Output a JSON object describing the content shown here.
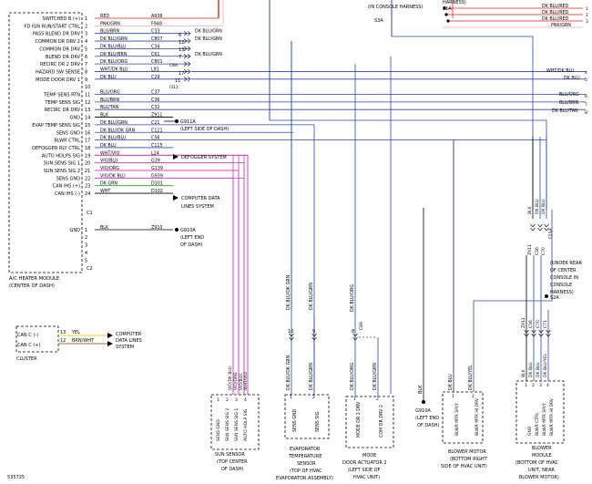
{
  "module": {
    "name": "A/C HEATER MODULE",
    "location": "(CENTER OF DASH)",
    "pins": [
      {
        "label": "SWITCHED B (+)",
        "num": "1",
        "color": "RED",
        "circuit": "A938"
      },
      {
        "label": "FD IGN RUN/START CTRL",
        "num": "2",
        "color": "PNK/GRN",
        "circuit": "F948"
      },
      {
        "label": "PASS BLEND DR DRV",
        "num": "3",
        "color": "BLU/BRN",
        "circuit": "C33"
      },
      {
        "label": "COMMON DR DRV 2",
        "num": "4",
        "color": "DK BLU/GRN",
        "circuit": "C807"
      },
      {
        "label": "COMMON DR DRV",
        "num": "5",
        "color": "DK BLU/BLU",
        "circuit": "C34"
      },
      {
        "label": "BLEND DR DRV",
        "num": "6",
        "color": "DK BLU/BRN",
        "circuit": "C61"
      },
      {
        "label": "RECIRC DR 2 DRV",
        "num": "7",
        "color": "DK BLU/ORG",
        "circuit": "C801"
      },
      {
        "label": "HAZARD SW SENSE",
        "num": "8",
        "color": "WHT/DK BLU",
        "circuit": "L91"
      },
      {
        "label": "MODE DOOR DRV 1",
        "num": "9",
        "color": "DK BLU",
        "circuit": "C29"
      },
      {
        "label": "",
        "num": "10",
        "color": "",
        "circuit": ""
      },
      {
        "label": "TEMP SENS RTN",
        "num": "11",
        "color": "BLU/ORG",
        "circuit": "C37"
      },
      {
        "label": "TEMP SENS SIG",
        "num": "12",
        "color": "BLU/BRN",
        "circuit": "C36"
      },
      {
        "label": "RECIRC DR DRV",
        "num": "13",
        "color": "BLU/TAN",
        "circuit": "C32"
      },
      {
        "label": "GND",
        "num": "14",
        "color": "BLK",
        "circuit": "Z911"
      },
      {
        "label": "EVAP TEMP SENS SIG",
        "num": "15",
        "color": "DK BLU/GRN",
        "circuit": "C21"
      },
      {
        "label": "SENS GND",
        "num": "16",
        "color": "DK BLU/DK GRN",
        "circuit": "C121"
      },
      {
        "label": "BLWR CTRL",
        "num": "17",
        "color": "DK BLU/BLU",
        "circuit": "C56"
      },
      {
        "label": "DEFOGGER RLY CTRL",
        "num": "18",
        "color": "DK BLU",
        "circuit": "C115"
      },
      {
        "label": "AUTO HDLPS SIG",
        "num": "19",
        "color": "WHT/VIO",
        "circuit": "L24"
      },
      {
        "label": "SUN SENS SIG 1",
        "num": "20",
        "color": "VIO/BLU",
        "circuit": "G39"
      },
      {
        "label": "SUN SENS SIG 2",
        "num": "21",
        "color": "VIO/ORG",
        "circuit": "G139"
      },
      {
        "label": "SENS GND",
        "num": "22",
        "color": "VIO/DK BLU",
        "circuit": "G939"
      },
      {
        "label": "CAN IHS (+)",
        "num": "23",
        "color": "DK GRN",
        "circuit": "D101"
      },
      {
        "label": "CAN IHS (-)",
        "num": "24",
        "color": "WHT",
        "circuit": "D102"
      },
      {
        "label": "GND",
        "num": "1",
        "color": "BLK",
        "circuit": "Z910"
      }
    ],
    "connector_c1": "C1",
    "connector_c2": "C2",
    "c2_pins": [
      "2",
      "3",
      "4",
      "5"
    ]
  },
  "inline_pins": {
    "row3": "6",
    "row4": "12",
    "row5": "13",
    "row6": "7",
    "row7": "8",
    "row8": "17",
    "conn": "C8A",
    "row9": "11",
    "conn9": "I311"
  },
  "top": {
    "in_console_label": "(IN CONSOLE HARNESS)",
    "in_console_conn": "S3A",
    "harness_label": "HARNESS)",
    "harness_conn": "S1A",
    "right_wires": [
      "DK BLU/RED",
      "DK BLU/RED",
      "DK BLU/RED",
      "PNK/GRN"
    ],
    "right_pins": [
      "1",
      "2",
      "3"
    ]
  },
  "right_side": {
    "wires_upper": [
      {
        "color": "DK BLU/GRN"
      },
      {
        "color": "DK BLU/GRN"
      },
      {
        "color": "DK BLU/GRN"
      }
    ],
    "row8": {
      "color": "WHT/DK BLU",
      "num": "4"
    },
    "row9": {
      "color": "DK BLU",
      "num": "5"
    },
    "row11": {
      "color": "BLU/ORG",
      "num": "6"
    },
    "row12": {
      "color": "BLU/BRN",
      "num": "7"
    },
    "row13": {
      "color": "DK BLU/TAN",
      "num": "8"
    }
  },
  "grounds": {
    "g911": {
      "id": "G911A",
      "desc": "(LEFT SIDE OF DASH)"
    },
    "g910": {
      "id": "G910A",
      "desc1": "(LEFT END",
      "desc2": "OF DASH)"
    },
    "g910_right": {
      "id": "G910A",
      "desc1": "(LEFT END",
      "desc2": "OF DASH)",
      "wire": "BLK"
    }
  },
  "outputs": {
    "defogger": "DEFOGGER SYSTEM",
    "computer_data": "COMPUTER DATA",
    "computer_data2": "LINES SYSTEM"
  },
  "cluster": {
    "name": "CLUSTER",
    "pins": [
      {
        "label": "CAN C (-)",
        "num": "13",
        "color": "YEL"
      },
      {
        "label": "CAN C (+)",
        "num": "12",
        "color": "BRN/WHT"
      }
    ],
    "out1": "COMPUTER",
    "out2": "DATA LINES",
    "out3": "SYSTEM"
  },
  "sun_sensor": {
    "name": "SUN SENSOR",
    "desc": [
      "(TOP CENTER",
      "OF DASH)"
    ],
    "wires": [
      "VIO/DK BLU",
      "VIO/ORG",
      "VIO/BLU",
      "WHT/VIO"
    ],
    "pins": [
      "SENS GND",
      "SUN SENS SIG 2",
      "SUN SENS SIG 1",
      "AUTO HDLP SIG"
    ],
    "nums": [
      "1",
      "2",
      "3",
      "4"
    ]
  },
  "evap_sensor": {
    "name": [
      "EVAPORATOR",
      "TEMPERATURE",
      "SENSOR"
    ],
    "desc": [
      "(TOP OF HVAC",
      "EVAPORATOR ASSEMBLY)"
    ],
    "wires_top": [
      "DK BLU/DK GRN",
      "DK BLU/GRN"
    ],
    "wires_bot": [
      "DK BLU/DK GRN",
      "DK BLU/GRN"
    ],
    "pins": [
      "SENS GND",
      "SENS SIG"
    ],
    "inline_nums": [
      "10",
      "9"
    ],
    "nums": [
      "1",
      "2"
    ]
  },
  "mode_door": {
    "name": [
      "MODE",
      "DOOR ACTUATOR 2"
    ],
    "desc": [
      "(LEFT SIDE OF",
      "HVAC UNIT)"
    ],
    "wires_top": [
      "DK BLU/ORG"
    ],
    "wires_bot": [
      "DK BLU/ORG",
      "DK BLU/GRN"
    ],
    "pins": [
      "MODE DR 2 DRV",
      "COM DR DRV 2"
    ],
    "inline_nums": [
      "8"
    ],
    "inline_conn": "C8A",
    "nums": [
      "1",
      "2"
    ]
  },
  "blower_motor": {
    "name": "BLOWER MOTOR",
    "desc": [
      "(BOTTOM RIGHT",
      "SIDE OF HVAC UNIT)"
    ],
    "wires": [
      "DK BLU",
      "DK BLU/YEL"
    ],
    "pins": [
      "BLWR MTR SPLY",
      "BLWR MTR HI DRV"
    ],
    "nums": [
      "1",
      "2"
    ]
  },
  "blower_module": {
    "name": [
      "BLOWER",
      "MODULE"
    ],
    "desc": [
      "(BOTTOM OF HVAC",
      "UNIT, NEAR",
      "BLOWER MOTOR)"
    ],
    "wires_top": [
      "BLK",
      "DK BLU",
      "DK BLU"
    ],
    "top_nums": [
      "Z911",
      "C56",
      "C70"
    ],
    "wires_bot": [
      "BLK",
      "DK BLU",
      "DK BLU",
      "DK BLU/YEL"
    ],
    "bot_nums": [
      "Z911",
      "C56",
      "C70",
      "C71"
    ],
    "pins": [
      "GND",
      "BLWR CTRL",
      "BLWR MTR SPLY",
      "BLWR MTR HI DRV"
    ],
    "nums": [
      "1",
      "2",
      "3",
      "4"
    ],
    "splice_label": [
      "(UNDER REAR",
      "OF CENTER",
      "CONSOLE IN",
      "CONSOLE",
      "HARNESS)"
    ],
    "splice_id": "S2A",
    "conn": "F25A",
    "conn_bottom": "F25A"
  },
  "figure_id": "535725",
  "colors": {
    "red": "#e0201e",
    "blue": "#1f3f9a",
    "dkblue": "#2a47a8",
    "magenta": "#d637c8",
    "green": "#23a03a",
    "yellow": "#f2d321",
    "brown": "#a86d2e",
    "gray": "#8a8a8a",
    "pink": "#f7a5b8"
  }
}
